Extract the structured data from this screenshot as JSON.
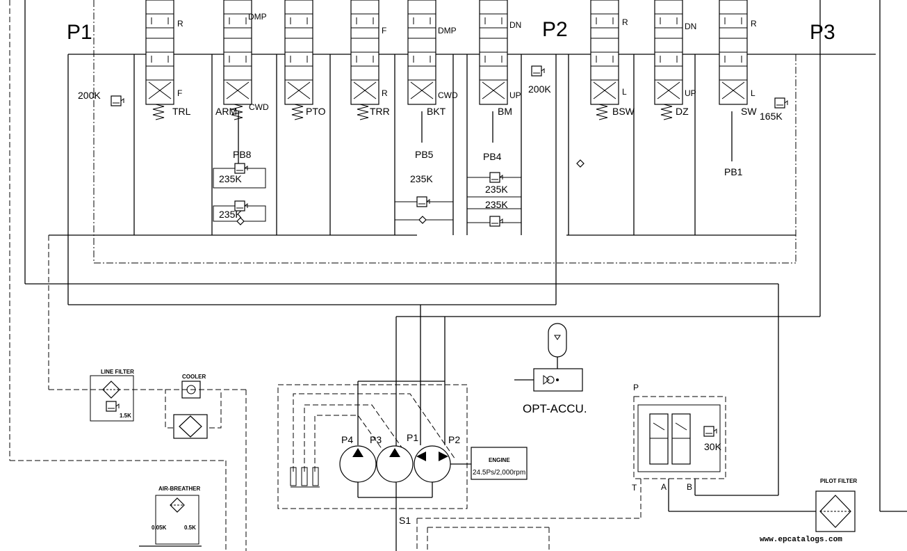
{
  "pumps": {
    "p1": "P1",
    "p2": "P2",
    "p3": "P3"
  },
  "spools": [
    {
      "name": "TRL",
      "top": "R",
      "bottom": "F"
    },
    {
      "name": "ARM",
      "name2": "CWD",
      "top": "DMP"
    },
    {
      "name": "PTO"
    },
    {
      "name": "TRR",
      "top": "F",
      "bottom": "R"
    },
    {
      "name": "BKT",
      "top": "DMP",
      "bottom": "CWD"
    },
    {
      "name": "BM",
      "top": "DN",
      "bottom": "UP"
    },
    {
      "name": "BSW",
      "top": "R",
      "bottom": "L"
    },
    {
      "name": "DZ",
      "top": "DN",
      "bottom": "UP"
    },
    {
      "name": "SW",
      "top": "R",
      "bottom": "L"
    }
  ],
  "ports": {
    "pb8": "PB8",
    "pb5": "PB5",
    "pb4": "PB4",
    "pb1": "PB1"
  },
  "reliefs": {
    "r200k_left": "200K",
    "r200k_right": "200K",
    "r165k": "165K",
    "r235k_a": "235K",
    "r235k_b": "235K",
    "r235k_c": "235K",
    "r235k_d": "235K",
    "r235k_e": "235K",
    "r30k": "30K"
  },
  "pump_unit": {
    "p4": "P4",
    "p3": "P3",
    "p1": "P1",
    "p2": "P2",
    "suction": "S1"
  },
  "engine": {
    "title": "ENGINE",
    "spec": "24.5Ps/2,000rpm"
  },
  "accumulator": {
    "label": "OPT-ACCU."
  },
  "pilot_block": {
    "p": "P",
    "t": "T",
    "a": "A",
    "b": "B"
  },
  "filters": {
    "line_filter": "LINE FILTER",
    "line_filter_val": "1.5K",
    "cooler": "COOLER",
    "air_breather": "AIR-BREATHER",
    "breather_a": "0.05K",
    "breather_b": "0.5K",
    "pilot_filter": "PILOT FILTER"
  },
  "watermark": "www.epcatalogs.com"
}
